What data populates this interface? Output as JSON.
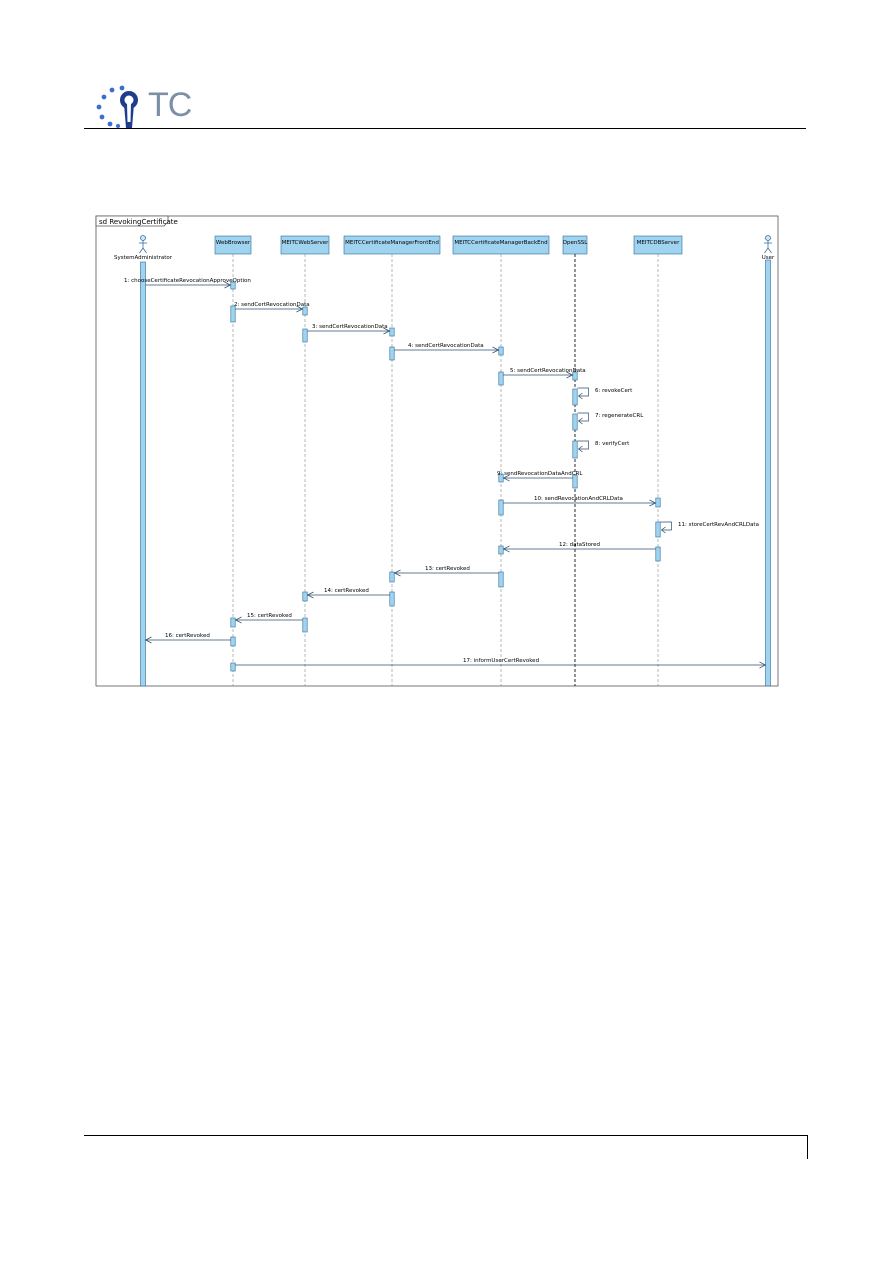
{
  "header": {
    "logo_text": "TC",
    "brand_color": "#1f3d8c",
    "star_color": "#3a6fd1"
  },
  "diagram": {
    "frame_label": "sd RevokingCertificate",
    "colors": {
      "head_fill": "#9fd3f0",
      "activation_fill": "#9fd3f0",
      "activation_stroke": "#2a6d96",
      "line": "#2f4f6f"
    },
    "lifelines": [
      {
        "name": "SystemAdministrator",
        "kind": "actor"
      },
      {
        "name": "WebBrowser",
        "kind": "box"
      },
      {
        "name": "MEITCWebServer",
        "kind": "box"
      },
      {
        "name": "MEITCCertificateManagerFrontEnd",
        "kind": "box"
      },
      {
        "name": "MEITCCertificateManagerBackEnd",
        "kind": "box"
      },
      {
        "name": "OpenSSL",
        "kind": "box"
      },
      {
        "name": "MEITCDBServer",
        "kind": "box"
      },
      {
        "name": "User",
        "kind": "actor"
      }
    ],
    "messages": [
      {
        "label": "1: chooseCertificateRevocationApproveOption",
        "from": 0,
        "to": 1
      },
      {
        "label": "2: sendCertRevocationData",
        "from": 1,
        "to": 2
      },
      {
        "label": "3: sendCertRevocationData",
        "from": 2,
        "to": 3
      },
      {
        "label": "4: sendCertRevocationData",
        "from": 3,
        "to": 4
      },
      {
        "label": "5: sendCertRevocationData",
        "from": 4,
        "to": 5
      },
      {
        "label": "6: revokeCert",
        "from": 5,
        "to": 5
      },
      {
        "label": "7: regenerateCRL",
        "from": 5,
        "to": 5
      },
      {
        "label": "8: verifyCert",
        "from": 5,
        "to": 5
      },
      {
        "label": "9: sendRevocationDataAndCRL",
        "from": 5,
        "to": 4
      },
      {
        "label": "10: sendRevocationAndCRLData",
        "from": 4,
        "to": 6
      },
      {
        "label": "11: storeCertRevAndCRLData",
        "from": 6,
        "to": 6
      },
      {
        "label": "12: dataStored",
        "from": 6,
        "to": 4
      },
      {
        "label": "13: certRevoked",
        "from": 4,
        "to": 3
      },
      {
        "label": "14: certRevoked",
        "from": 3,
        "to": 2
      },
      {
        "label": "15: certRevoked",
        "from": 2,
        "to": 1
      },
      {
        "label": "16: certRevoked",
        "from": 1,
        "to": 0
      },
      {
        "label": "17: informUserCertRevoked",
        "from": 1,
        "to": 7
      }
    ]
  }
}
